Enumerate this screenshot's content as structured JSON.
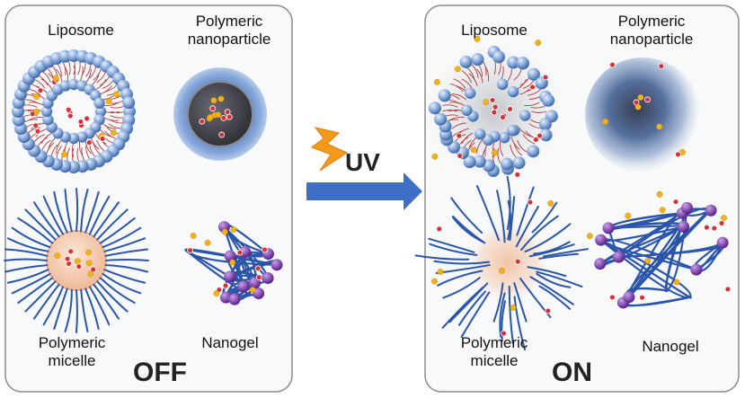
{
  "left_panel": {
    "state_label": "OFF",
    "labels": {
      "liposome": "Liposome",
      "polymeric_nanoparticle": "Polymeric\nnanoparticle",
      "polymeric_micelle": "Polymeric\nmicelle",
      "nanogel": "Nanogel"
    }
  },
  "right_panel": {
    "state_label": "ON",
    "labels": {
      "liposome": "Liposome",
      "polymeric_nanoparticle": "Polymeric\nnanoparticle",
      "polymeric_micelle": "Polymeric\nmicelle",
      "nanogel": "Nanogel"
    }
  },
  "trigger": {
    "label": "UV"
  },
  "colors": {
    "panel_border": "#8a8a8a",
    "panel_fill": "#f6f8fa",
    "lipid_head": "#6f95c8",
    "lipid_tail": "#b03a3a",
    "polymer_chain": "#2b55a8",
    "nanogel_bead": "#7a3aa8",
    "cargo_yellow": "#f2b21c",
    "cargo_red": "#d2343a",
    "arrow_blue": "#3f6fc4",
    "bolt_orange": "#f29a1c",
    "nanoparticle_core": "#3c3c46",
    "nanoparticle_shell": "#6a8fc7",
    "micelle_core": "#f5cfb8"
  }
}
